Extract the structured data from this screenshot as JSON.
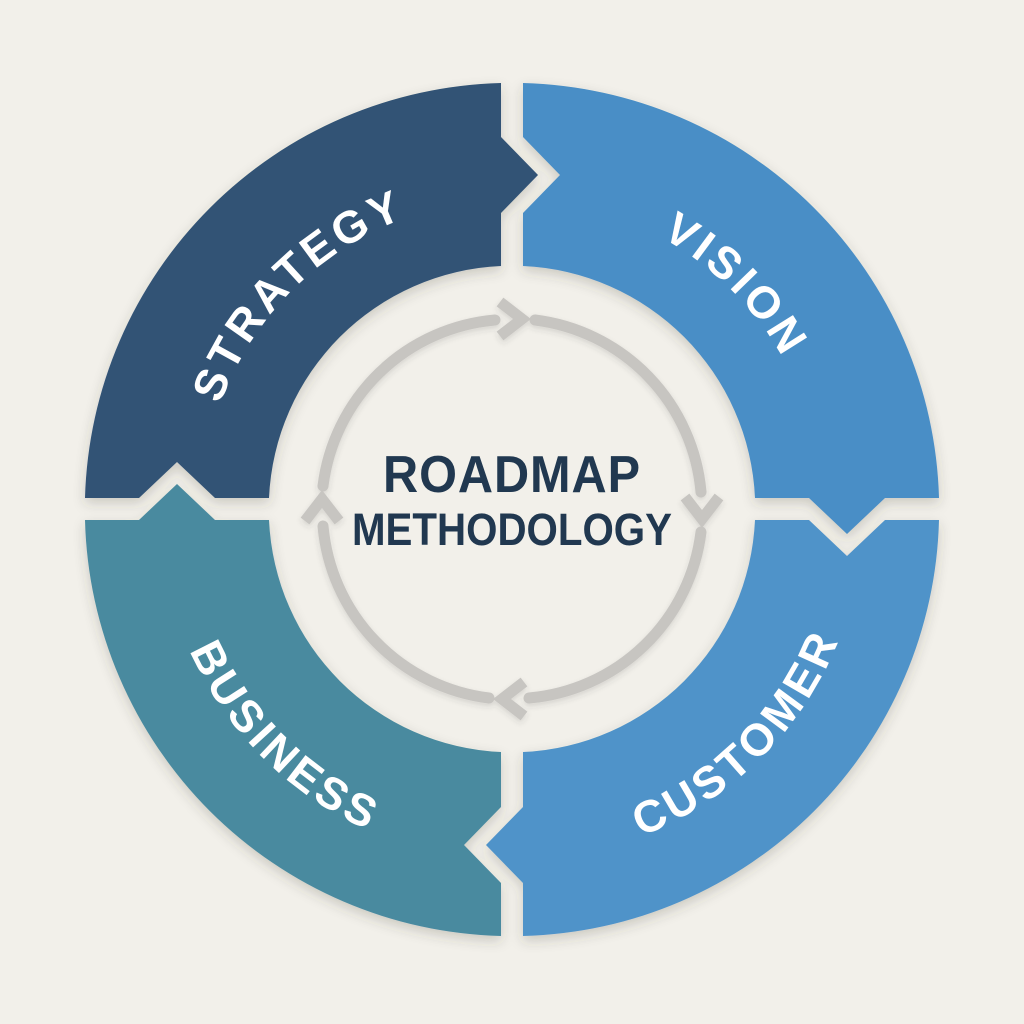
{
  "title": {
    "line1": "ROADMAP",
    "line2": "METHODOLOGY"
  },
  "segments": [
    {
      "id": "strategy",
      "label": "STRATEGY",
      "color": "#305275",
      "position": "top-left"
    },
    {
      "id": "vision",
      "label": "VISION",
      "color": "#4a8ec6",
      "position": "top-right"
    },
    {
      "id": "customer",
      "label": "CUSTOMER",
      "color": "#4f93c9",
      "position": "bottom-right"
    },
    {
      "id": "business",
      "label": "BUSINESS",
      "color": "#488a9f",
      "position": "bottom-left"
    }
  ],
  "flow": {
    "direction": "clockwise",
    "arrow_color": "#c7c5c1"
  },
  "colors": {
    "background": "#f2f0ea",
    "title_text": "#213850",
    "label_text": "#ffffff"
  }
}
